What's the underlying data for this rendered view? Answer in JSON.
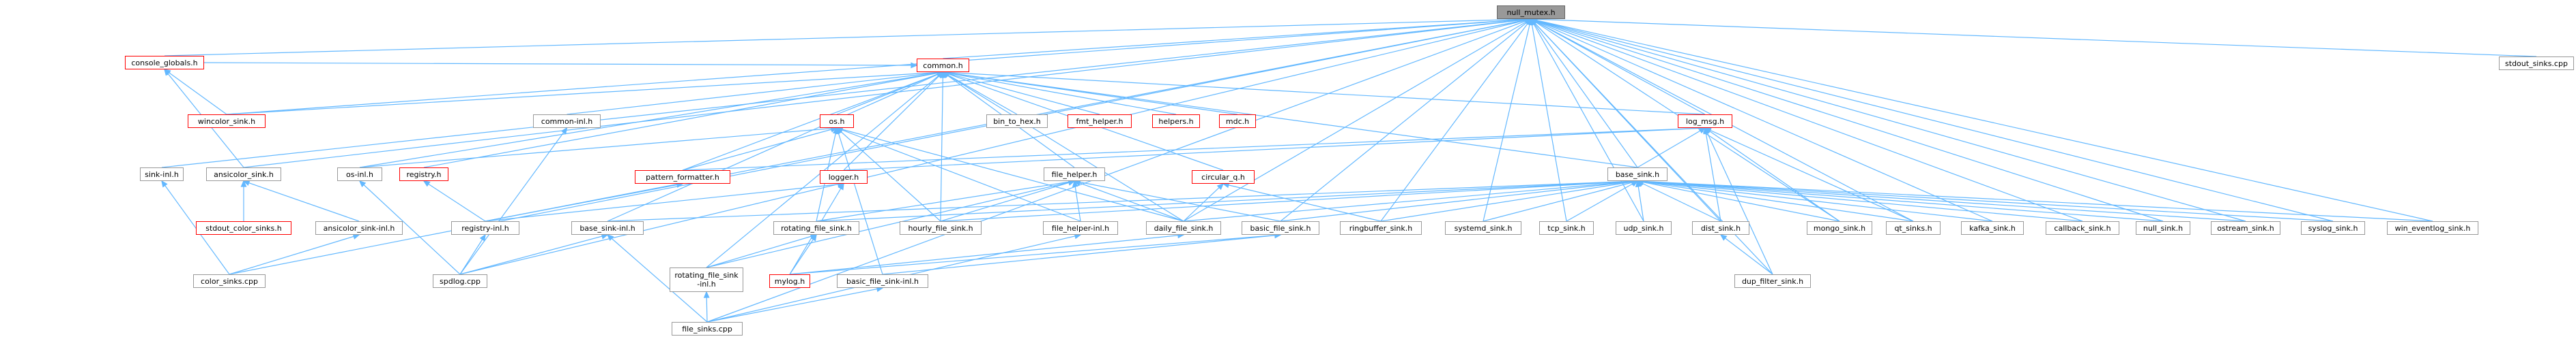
{
  "colors": {
    "edge": "#63b8ff",
    "border_normal": "#999999",
    "border_red": "#ff0000",
    "root_fill": "#999999"
  },
  "nodes": {
    "null_mutex_h": "null_mutex.h",
    "stdout_sinks_cpp": "stdout_sinks.cpp",
    "common_h": "common.h",
    "console_globals_h": "console_globals.h",
    "wincolor_sink_h": "wincolor_sink.h",
    "common_inl_h": "common-inl.h",
    "os_h": "os.h",
    "bin_to_hex_h": "bin_to_hex.h",
    "fmt_helper_h": "fmt_helper.h",
    "helpers_h": "helpers.h",
    "mdc_h": "mdc.h",
    "log_msg_h": "log_msg.h",
    "sink_inl_h": "sink-inl.h",
    "ansicolor_sink_h": "ansicolor_sink.h",
    "os_inl_h": "os-inl.h",
    "registry_h": "registry.h",
    "pattern_formatter_h": "pattern_formatter.h",
    "file_helper_h": "file_helper.h",
    "circular_q_h": "circular_q.h",
    "logger_h": "logger.h",
    "base_sink_h": "base_sink.h",
    "stdout_color_sinks_h": "stdout_color_sinks.h",
    "ansicolor_sink_inl_h": "ansicolor_sink-inl.h",
    "registry_inl_h": "registry-inl.h",
    "base_sink_inl_h": "base_sink-inl.h",
    "rotating_file_sink_h": "rotating_file_sink.h",
    "hourly_file_sink_h": "hourly_file_sink.h",
    "file_helper_inl_h": "file_helper-inl.h",
    "daily_file_sink_h": "daily_file_sink.h",
    "basic_file_sink_h": "basic_file_sink.h",
    "ringbuffer_sink_h": "ringbuffer_sink.h",
    "systemd_sink_h": "systemd_sink.h",
    "tcp_sink_h": "tcp_sink.h",
    "udp_sink_h": "udp_sink.h",
    "dist_sink_h": "dist_sink.h",
    "mongo_sink_h": "mongo_sink.h",
    "qt_sinks_h": "qt_sinks.h",
    "kafka_sink_h": "kafka_sink.h",
    "callback_sink_h": "callback_sink.h",
    "null_sink_h": "null_sink.h",
    "ostream_sink_h": "ostream_sink.h",
    "syslog_sink_h": "syslog_sink.h",
    "win_eventlog_sink_h": "win_eventlog_sink.h",
    "color_sinks_cpp": "color_sinks.cpp",
    "spdlog_cpp": "spdlog.cpp",
    "rotating_file_sink_inl_h": "rotating_file_sink\n-inl.h",
    "mylog_h": "mylog.h",
    "basic_file_sink_inl_h": "basic_file_sink-inl.h",
    "dup_filter_sink_h": "dup_filter_sink.h",
    "file_sinks_cpp": "file_sinks.cpp"
  }
}
